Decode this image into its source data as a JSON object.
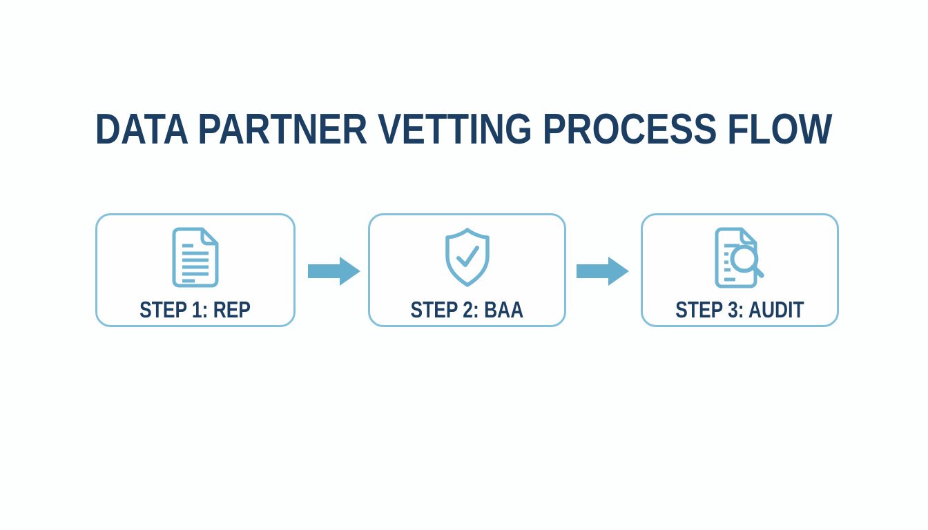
{
  "title": "DATA PARTNER VETTING PROCESS FLOW",
  "colors": {
    "title_text": "#1d3e63",
    "label_text": "#1d3e63",
    "box_border": "#82c0db",
    "box_background": "#fefefe",
    "icon_stroke": "#6fb4d3",
    "arrow_fill": "#66aecd",
    "page_background": "#fdfefe"
  },
  "steps": [
    {
      "label": "STEP 1: REP",
      "icon": "document-icon"
    },
    {
      "label": "STEP 2: BAA",
      "icon": "shield-check-icon"
    },
    {
      "label": "STEP 3: AUDIT",
      "icon": "document-search-icon"
    }
  ],
  "connectors": [
    {
      "icon": "arrow-right-icon"
    },
    {
      "icon": "arrow-right-icon"
    }
  ]
}
